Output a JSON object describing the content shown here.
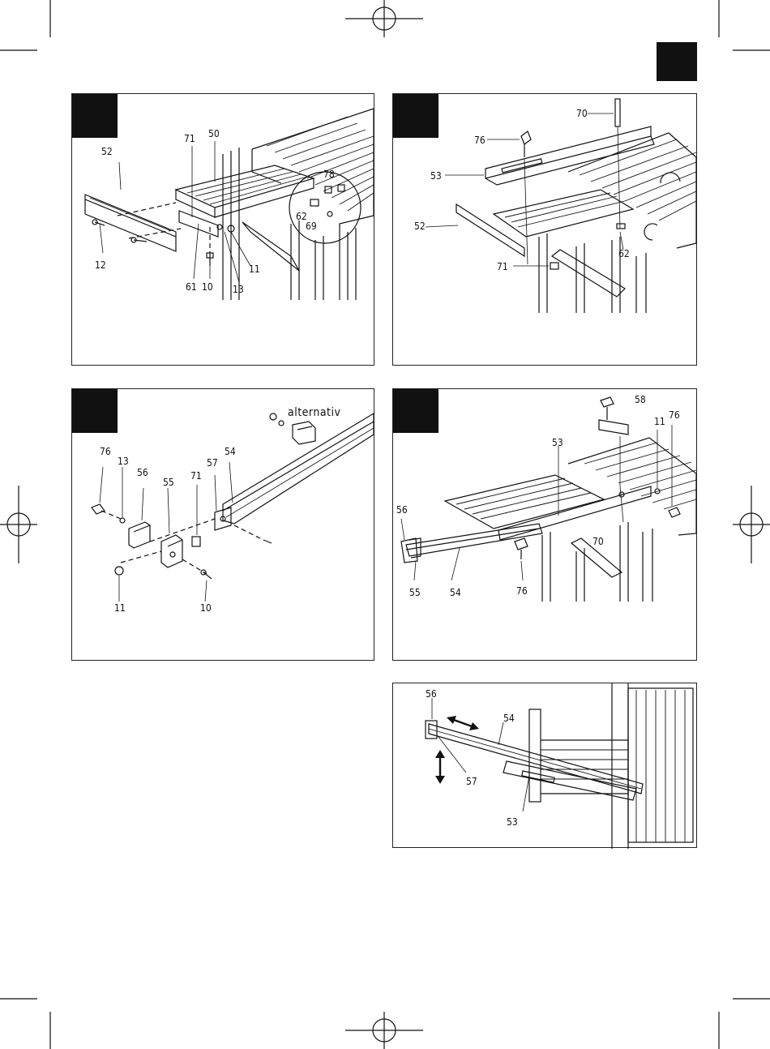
{
  "page": {
    "corner_tab": "black-square-tab"
  },
  "panels": {
    "p1": {
      "labels": {
        "l52": "52",
        "l71": "71",
        "l50": "50",
        "l78": "78",
        "l62": "62",
        "l69": "69",
        "l12": "12",
        "l61": "61",
        "l10": "10",
        "l13": "13",
        "l11": "11"
      }
    },
    "p2": {
      "labels": {
        "l70": "70",
        "l76": "76",
        "l53": "53",
        "l52": "52",
        "l62": "62",
        "l71": "71"
      }
    },
    "p3": {
      "alternativ": "alternativ",
      "labels": {
        "l76": "76",
        "l13": "13",
        "l56": "56",
        "l55": "55",
        "l71": "71",
        "l57": "57",
        "l54": "54",
        "l11": "11",
        "l10": "10"
      }
    },
    "p4": {
      "labels": {
        "l58": "58",
        "l11": "11",
        "l76a": "76",
        "l53": "53",
        "l56": "56",
        "l70": "70",
        "l55": "55",
        "l54": "54",
        "l76b": "76"
      }
    },
    "p5": {
      "labels": {
        "l56": "56",
        "l54": "54",
        "l57": "57",
        "l53": "53"
      }
    }
  },
  "icons": {
    "registration_mark": "crosshair-circle-icon",
    "double_arrow_h": "double-arrow-horizontal-icon",
    "double_arrow_v": "double-arrow-vertical-icon"
  }
}
